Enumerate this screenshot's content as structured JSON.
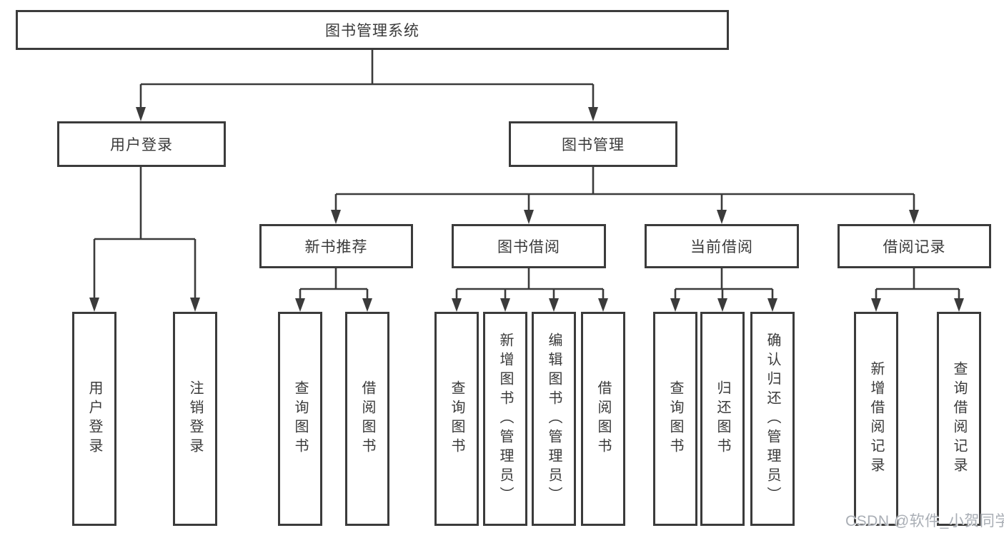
{
  "diagram": {
    "title": "图书管理系统",
    "root": {
      "label": "图书管理系统"
    },
    "branches": [
      {
        "label": "用户登录",
        "children": [
          {
            "label": "用户登录"
          },
          {
            "label": "注销登录"
          }
        ]
      },
      {
        "label": "图书管理",
        "children": [
          {
            "label": "新书推荐",
            "children": [
              {
                "label": "查询图书"
              },
              {
                "label": "借阅图书"
              }
            ]
          },
          {
            "label": "图书借阅",
            "children": [
              {
                "label": "查询图书"
              },
              {
                "label": "新增图书（管理员）"
              },
              {
                "label": "编辑图书（管理员）"
              },
              {
                "label": "借阅图书"
              }
            ]
          },
          {
            "label": "当前借阅",
            "children": [
              {
                "label": "查询图书"
              },
              {
                "label": "归还图书"
              },
              {
                "label": "确认归还（管理员）"
              }
            ]
          },
          {
            "label": "借阅记录",
            "children": [
              {
                "label": "新增借阅记录"
              },
              {
                "label": "查询借阅记录"
              }
            ]
          }
        ]
      }
    ],
    "watermark": "CSDN @软件_小贺同学",
    "colors": {
      "line": "#3b3b3b",
      "box_border": "#3b3b3b",
      "text": "#3a3a3a",
      "background": "#ffffff",
      "watermark": "#a9aeb5"
    }
  }
}
